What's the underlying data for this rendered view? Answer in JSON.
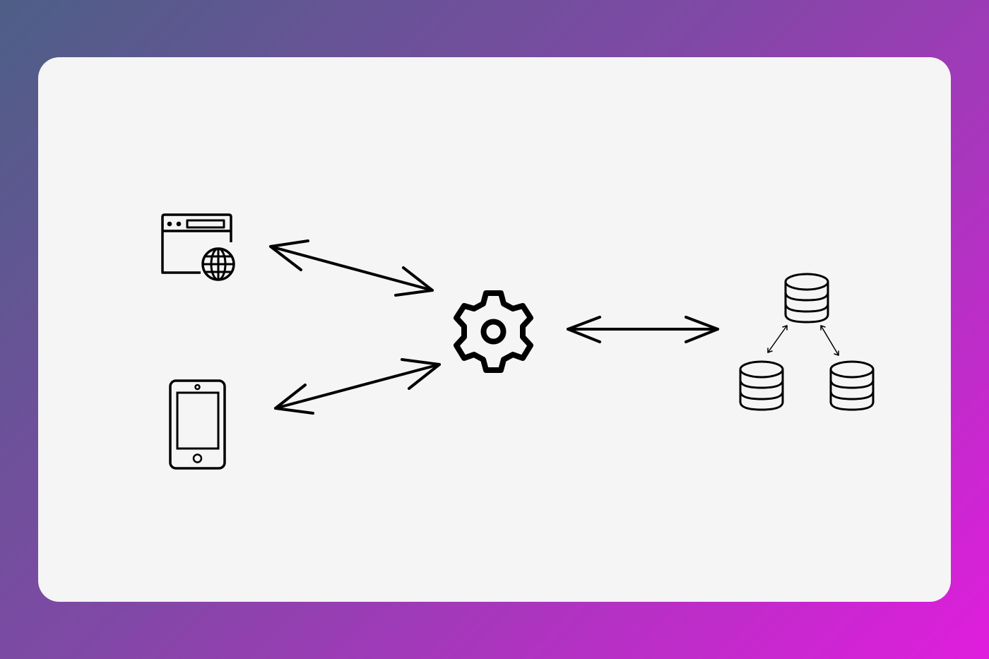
{
  "background": {
    "gradient_start": "#4d5f86",
    "gradient_mid": "#8148a6",
    "gradient_end": "#e01ddd"
  },
  "card": {
    "fill": "#f5f5f5"
  },
  "diagram": {
    "stroke_color": "#000000",
    "nodes": [
      {
        "id": "web-browser",
        "icon": "web-browser-globe-icon"
      },
      {
        "id": "mobile-phone",
        "icon": "smartphone-icon"
      },
      {
        "id": "server",
        "icon": "gear-icon"
      },
      {
        "id": "primary-database",
        "icon": "database-icon"
      },
      {
        "id": "replica-database-left",
        "icon": "database-icon"
      },
      {
        "id": "replica-database-right",
        "icon": "database-icon"
      }
    ],
    "connections": [
      {
        "from": "web-browser",
        "to": "server",
        "direction": "bidirectional"
      },
      {
        "from": "mobile-phone",
        "to": "server",
        "direction": "bidirectional"
      },
      {
        "from": "server",
        "to": "primary-database",
        "direction": "bidirectional"
      },
      {
        "from": "primary-database",
        "to": "replica-database-left",
        "direction": "bidirectional"
      },
      {
        "from": "primary-database",
        "to": "replica-database-right",
        "direction": "bidirectional"
      }
    ]
  }
}
